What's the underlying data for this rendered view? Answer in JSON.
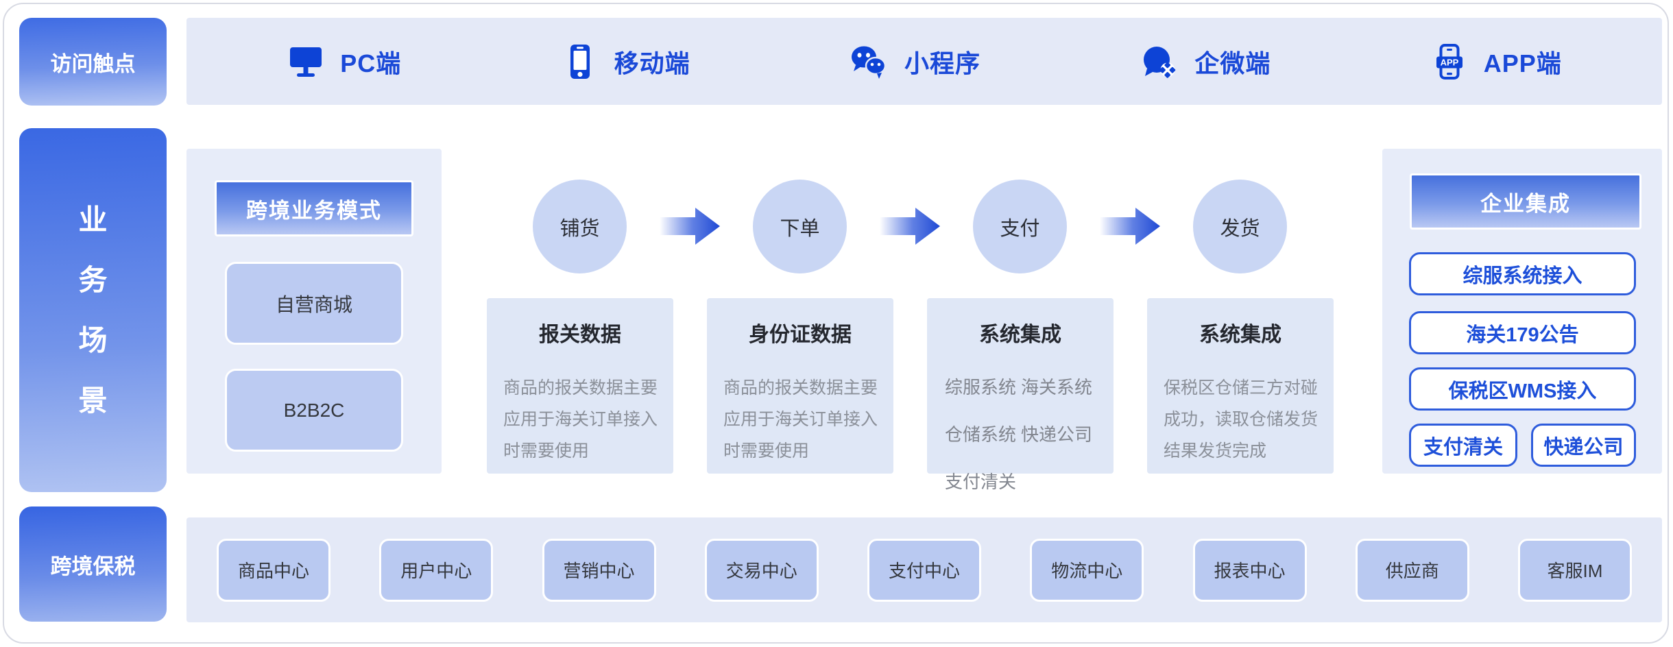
{
  "colors": {
    "accent_blue": "#1a49d8",
    "icon_blue": "#0d43d6",
    "rail_gradient_top": "#3f6ce4",
    "rail_gradient_bottom": "#b3c5f3",
    "bar_bg": "#e4e9f7",
    "panel_bg": "#e7ecf9",
    "circle_bg": "#c9d6f4",
    "desc_box_bg": "#dfe7f6",
    "chip_bg": "#bccbf2",
    "center_chip_bg": "#b9c9f1",
    "button_border": "#2e5cdc",
    "button_text": "#1d4fd9",
    "title_text": "#24272e",
    "body_text": "#8b9099"
  },
  "rail": {
    "touchpoint_label": "访问触点",
    "scene_chars": [
      "业",
      "务",
      "场",
      "景"
    ],
    "bonded_label": "跨境保税"
  },
  "touchpoints": {
    "items": [
      {
        "label": "PC端",
        "icon": "desktop-icon"
      },
      {
        "label": "移动端",
        "icon": "mobile-icon"
      },
      {
        "label": "小程序",
        "icon": "wechat-miniprogram-icon"
      },
      {
        "label": "企微端",
        "icon": "wecom-icon"
      },
      {
        "label": "APP端",
        "icon": "app-icon",
        "icon_text": "APP"
      }
    ]
  },
  "business_model": {
    "header": "跨境业务模式",
    "items": [
      "自营商城",
      "B2B2C"
    ]
  },
  "flow": {
    "steps": [
      "铺货",
      "下单",
      "支付",
      "发货"
    ],
    "boxes": [
      {
        "title": "报关数据",
        "body": "商品的报关数据主要应用于海关订单接入时需要使用"
      },
      {
        "title": "身份证数据",
        "body": "商品的报关数据主要应用于海关订单接入时需要使用"
      },
      {
        "title": "系统集成",
        "items": [
          "综服系统",
          "海关系统",
          "仓储系统",
          "快递公司",
          "支付清关"
        ]
      },
      {
        "title": "系统集成",
        "body": "保税区仓储三方对碰成功，读取仓储发货结果发货完成"
      }
    ]
  },
  "integration": {
    "header": "企业集成",
    "buttons": [
      "综服系统接入",
      "海关179公告",
      "保税区WMS接入",
      "支付清关",
      "快递公司"
    ]
  },
  "centers": {
    "items": [
      "商品中心",
      "用户中心",
      "营销中心",
      "交易中心",
      "支付中心",
      "物流中心",
      "报表中心",
      "供应商",
      "客服IM"
    ]
  }
}
